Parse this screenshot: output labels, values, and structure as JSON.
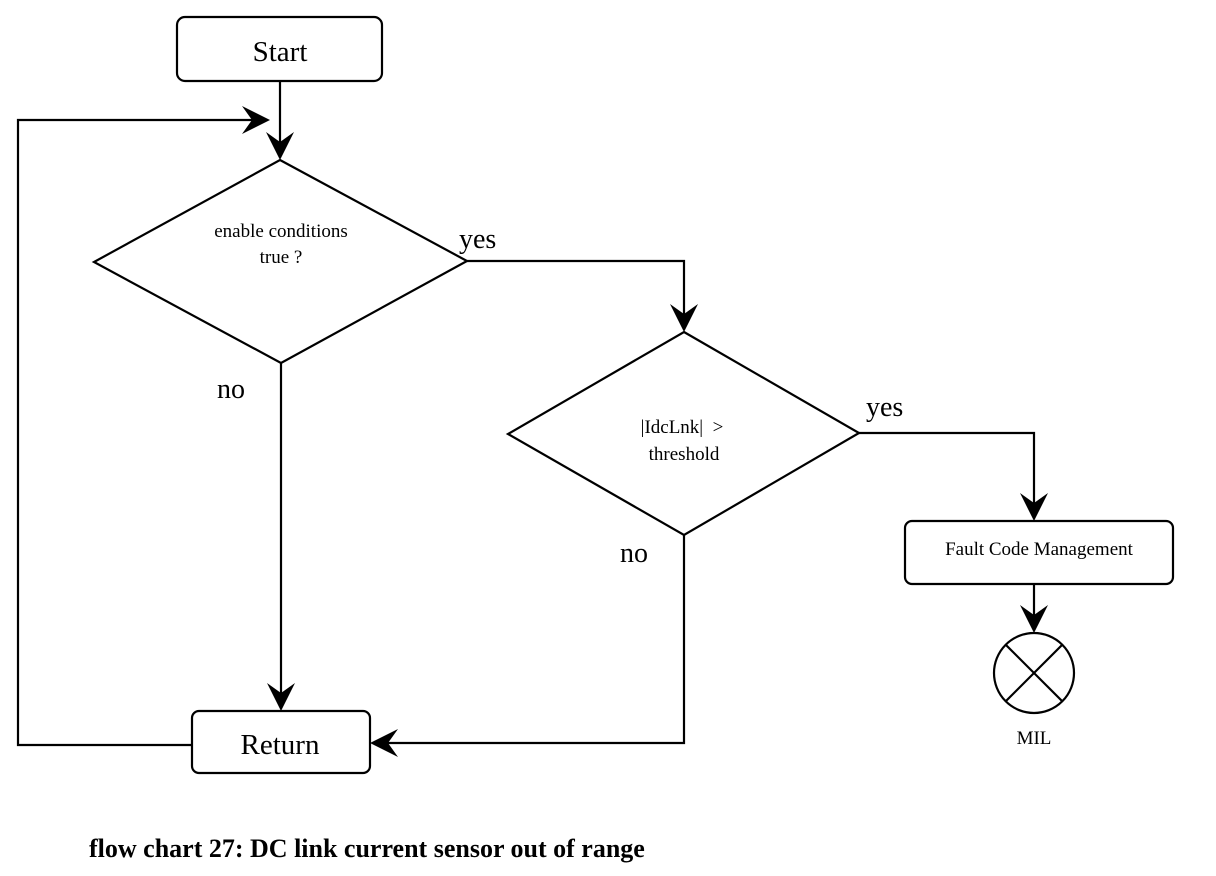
{
  "nodes": {
    "start": "Start",
    "decision_enable": {
      "line1": "enable conditions",
      "line2": "true ?"
    },
    "decision_threshold": {
      "line1": "|IdcLnk|  >",
      "line2": "threshold"
    },
    "fault_code": "Fault Code Management",
    "return": "Return",
    "indicator": "MIL"
  },
  "edge_labels": {
    "enable_yes": "yes",
    "enable_no": "no",
    "threshold_yes": "yes",
    "threshold_no": "no"
  },
  "caption": "flow chart 27: DC link current sensor out of range"
}
